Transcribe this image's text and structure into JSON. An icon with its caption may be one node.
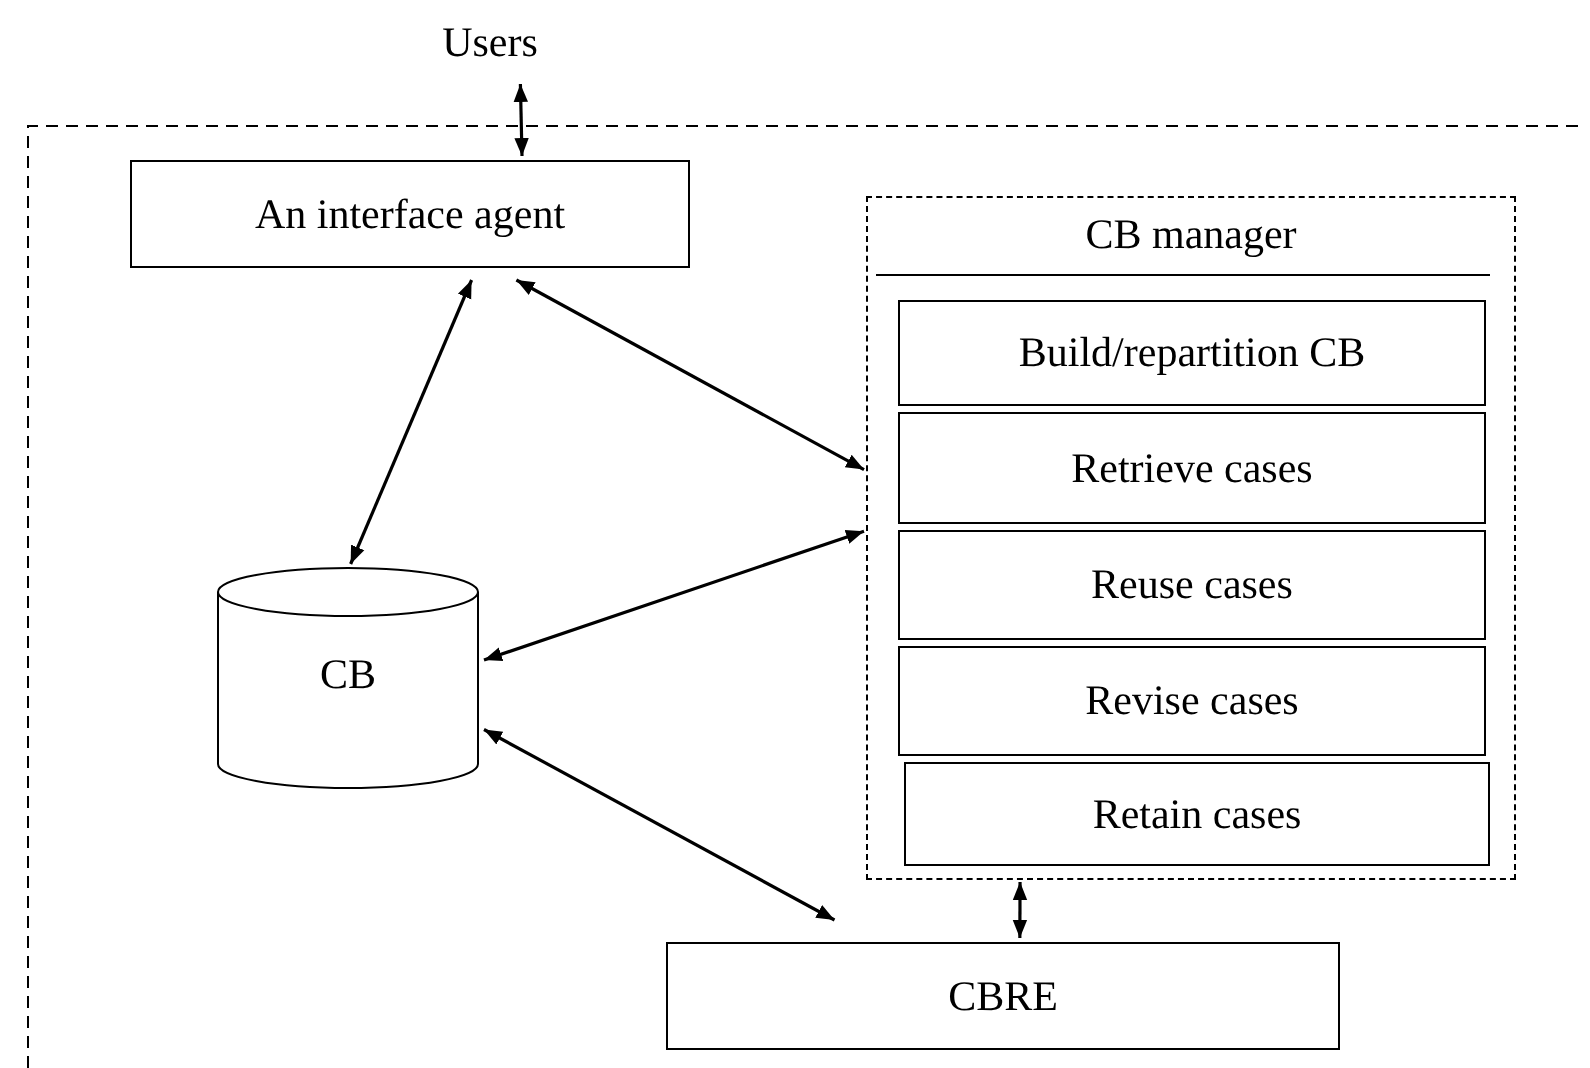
{
  "diagram": {
    "nodes": [
      {
        "text": [
          "Users"
        ]
      },
      {
        "text": [
          "An interface agent"
        ]
      },
      {
        "text": [
          "CB manager"
        ]
      },
      {
        "text": [
          "Build/repartition CB"
        ],
        "in": 2
      },
      {
        "text": [
          "Retrieve cases"
        ],
        "in": 2
      },
      {
        "text": [
          "Reuse cases"
        ],
        "in": 2
      },
      {
        "text": [
          "Revise cases"
        ],
        "in": 2
      },
      {
        "text": [
          "Retain cases"
        ],
        "in": 2
      },
      {
        "text": [
          "CB"
        ]
      },
      {
        "text": [
          "CBRE"
        ]
      }
    ],
    "edges": [
      {
        "from": 0,
        "to": 1,
        "arrow": "both"
      },
      {
        "from": 1,
        "to": 8,
        "arrow": "both"
      },
      {
        "from": 1,
        "to": 2,
        "arrow": "both"
      },
      {
        "from": 8,
        "to": 2,
        "arrow": "both"
      },
      {
        "from": 8,
        "to": 9,
        "arrow": "both"
      },
      {
        "from": 2,
        "to": 9,
        "arrow": "both"
      }
    ]
  }
}
